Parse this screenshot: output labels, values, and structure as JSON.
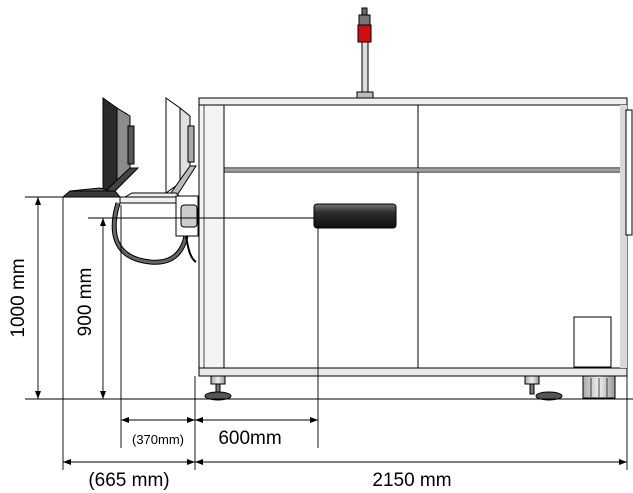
{
  "dimensions": {
    "height_1000": "1000 mm",
    "height_900": "900 mm",
    "depth_370": "(370mm)",
    "depth_600": "600mm",
    "depth_665": "(665 mm)",
    "length_2150": "2150 mm"
  },
  "colors": {
    "line": "#000000",
    "panel_fill": "#ffffff",
    "shadow": "#d9d9d9",
    "lamp_red": "#d01010",
    "handle_dark": "#3a3a3a"
  }
}
